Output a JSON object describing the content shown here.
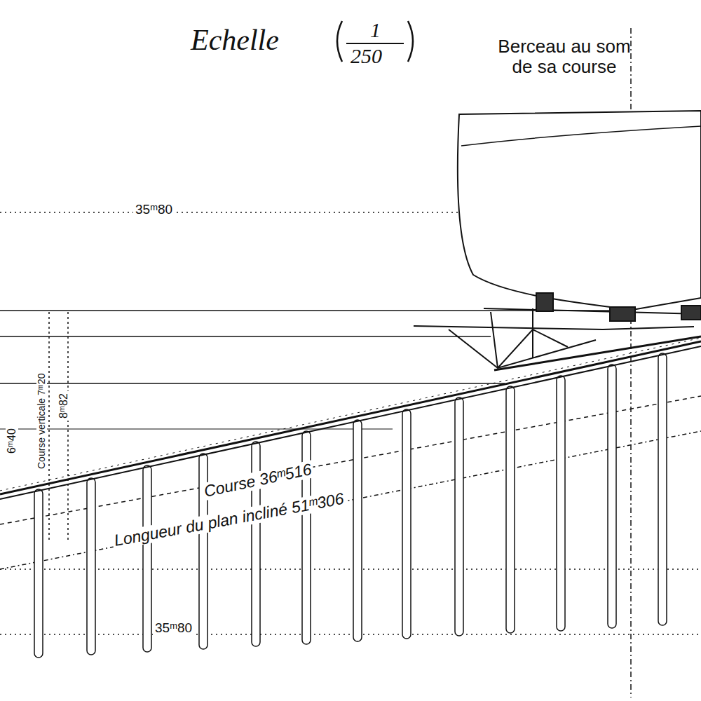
{
  "diagram": {
    "title": "Echelle",
    "labels": [
      "1",
      "250",
      "Berceau au som de sa course",
      "35ᵐ80",
      "6ᵐ40",
      "Course verticale 7ᵐ20",
      "8ᵐ82",
      "Course 36ᵐ516",
      "Longueur du plan incliné 51ᵐ306",
      "35ᵐ80"
    ]
  }
}
